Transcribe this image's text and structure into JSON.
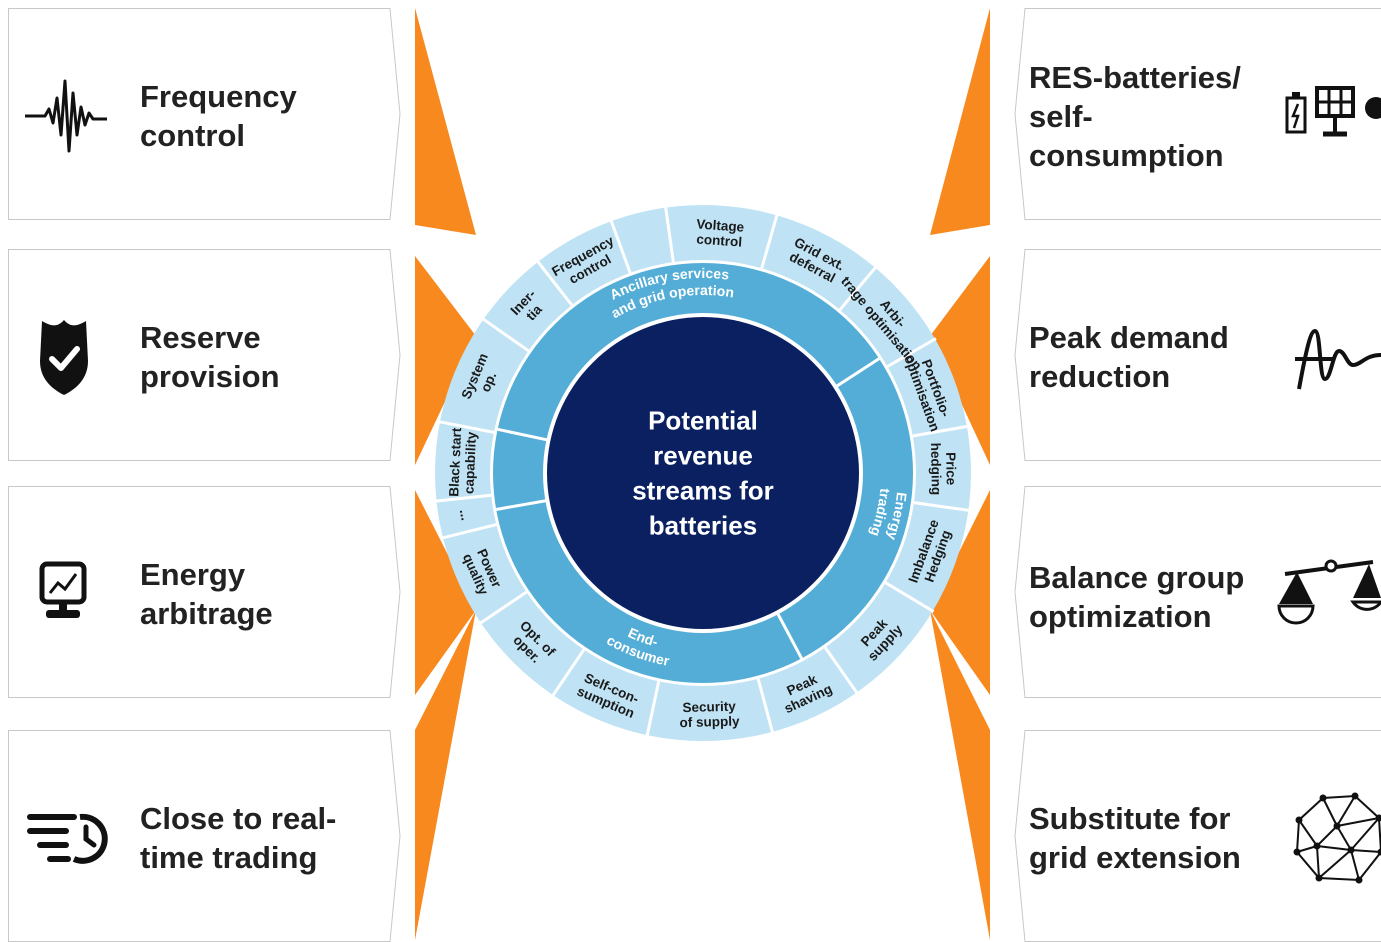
{
  "center": {
    "lines": [
      "Potential",
      "revenue",
      "streams for",
      "batteries"
    ]
  },
  "left_cards": [
    {
      "title_lines": [
        "Frequency",
        "control"
      ],
      "icon": "frequency-wave-icon"
    },
    {
      "title_lines": [
        "Reserve",
        "provision"
      ],
      "icon": "shield-check-icon"
    },
    {
      "title_lines": [
        "Energy",
        "arbitrage"
      ],
      "icon": "monitor-chart-icon"
    },
    {
      "title_lines": [
        "Close to real-",
        "time trading"
      ],
      "icon": "fast-clock-icon"
    }
  ],
  "right_cards": [
    {
      "title_lines": [
        "RES-batteries/",
        "self-",
        "consumption"
      ],
      "icon": "battery-solar-icon"
    },
    {
      "title_lines": [
        "Peak demand",
        "reduction"
      ],
      "icon": "peak-curve-icon"
    },
    {
      "title_lines": [
        "Balance group",
        "optimization"
      ],
      "icon": "scale-icon"
    },
    {
      "title_lines": [
        "Substitute for",
        "grid extension"
      ],
      "icon": "network-mesh-icon"
    }
  ],
  "inner_segments": [
    {
      "lines": [
        "Ancillary services",
        "and grid operation"
      ]
    },
    {
      "lines": [
        "Energy",
        "trading"
      ]
    },
    {
      "lines": [
        "End-",
        "consumer"
      ]
    }
  ],
  "outer_segments": [
    {
      "lines": [
        "Voltage",
        "control"
      ]
    },
    {
      "lines": [
        "Grid ext.",
        "deferral"
      ]
    },
    {
      "lines": [
        "Arbi-",
        "trage optimisation"
      ]
    },
    {
      "lines": [
        "Portfolio-",
        "optimisation"
      ]
    },
    {
      "lines": [
        "Price",
        "hedging"
      ]
    },
    {
      "lines": [
        "Imbalance",
        "Hedging"
      ]
    },
    {
      "lines": [
        "Peak",
        "supply"
      ]
    },
    {
      "lines": [
        "Peak",
        "shaving"
      ]
    },
    {
      "lines": [
        "Security",
        "of supply"
      ]
    },
    {
      "lines": [
        "Self-con-",
        "sumption"
      ]
    },
    {
      "lines": [
        "Opt. of",
        "oper."
      ]
    },
    {
      "lines": [
        "Power",
        "quality"
      ]
    },
    {
      "lines": [
        "..."
      ]
    },
    {
      "lines": [
        "Black start",
        "capability"
      ]
    },
    {
      "lines": [
        "System",
        "op."
      ]
    },
    {
      "lines": [
        "Iner-",
        "tia"
      ]
    },
    {
      "lines": [
        "Frequency",
        "control"
      ]
    }
  ],
  "colors": {
    "orange": "#F7891F",
    "outer_ring": "#BFE3F5",
    "inner_ring": "#54ADD6",
    "center": "#0A2061",
    "card_border": "#C8C8C8"
  }
}
